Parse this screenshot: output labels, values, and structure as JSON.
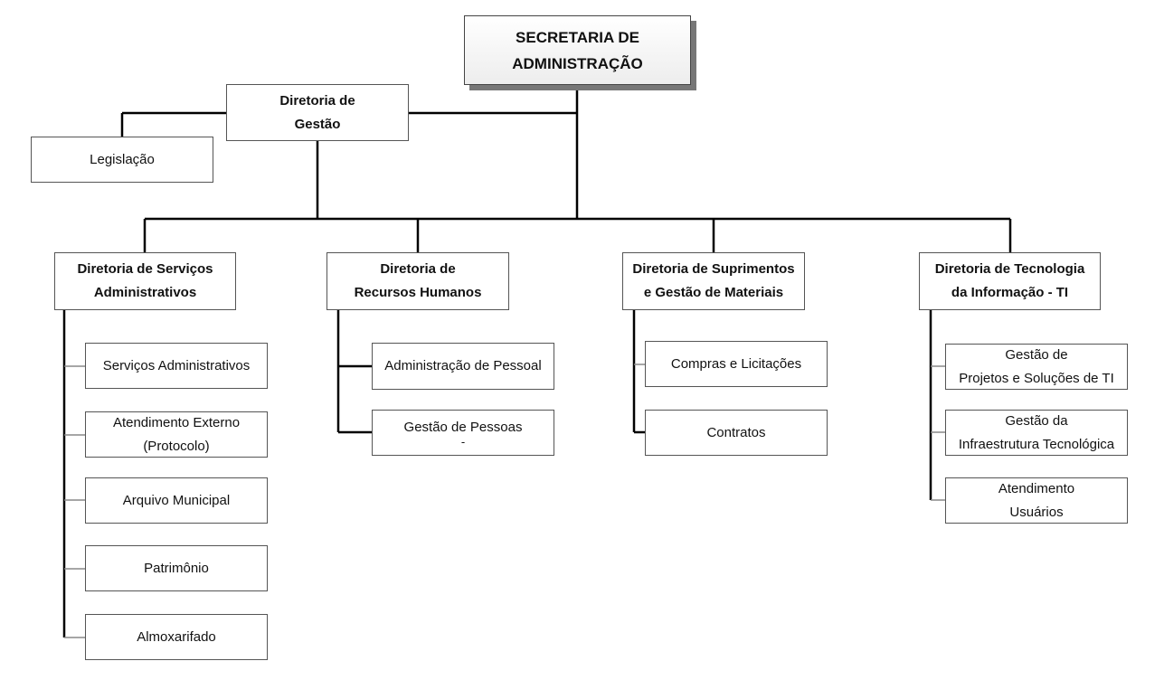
{
  "top": {
    "line1": "SECRETARIA DE",
    "line2": "ADMINISTRAÇÃO"
  },
  "gestao": {
    "line1": "Diretoria de",
    "line2": "Gestão"
  },
  "legislacao": {
    "label": "Legislação"
  },
  "directorates": [
    {
      "line1": "Diretoria de Serviços",
      "line2": "Administrativos",
      "units": [
        {
          "line1": "Serviços Administrativos",
          "line2": ""
        },
        {
          "line1": "Atendimento Externo",
          "line2": "(Protocolo)"
        },
        {
          "line1": "Arquivo Municipal",
          "line2": ""
        },
        {
          "line1": "Patrimônio",
          "line2": ""
        },
        {
          "line1": "Almoxarifado",
          "line2": ""
        }
      ]
    },
    {
      "line1": "Diretoria de",
      "line2": "Recursos Humanos",
      "units": [
        {
          "line1": "Administração de Pessoal",
          "line2": ""
        },
        {
          "line1": "Gestão de Pessoas",
          "line2": "-"
        }
      ]
    },
    {
      "line1": "Diretoria de Suprimentos",
      "line2": "e Gestão de Materiais",
      "units": [
        {
          "line1": "Compras e Licitações",
          "line2": ""
        },
        {
          "line1": "Contratos",
          "line2": ""
        }
      ]
    },
    {
      "line1": "Diretoria de Tecnologia",
      "line2": "da Informação - TI",
      "units": [
        {
          "line1": "Gestão de",
          "line2": "Projetos e Soluções de TI"
        },
        {
          "line1": "Gestão da",
          "line2": "Infraestrutura Tecnológica"
        },
        {
          "line1": "Atendimento",
          "line2": "Usuários"
        }
      ]
    }
  ]
}
